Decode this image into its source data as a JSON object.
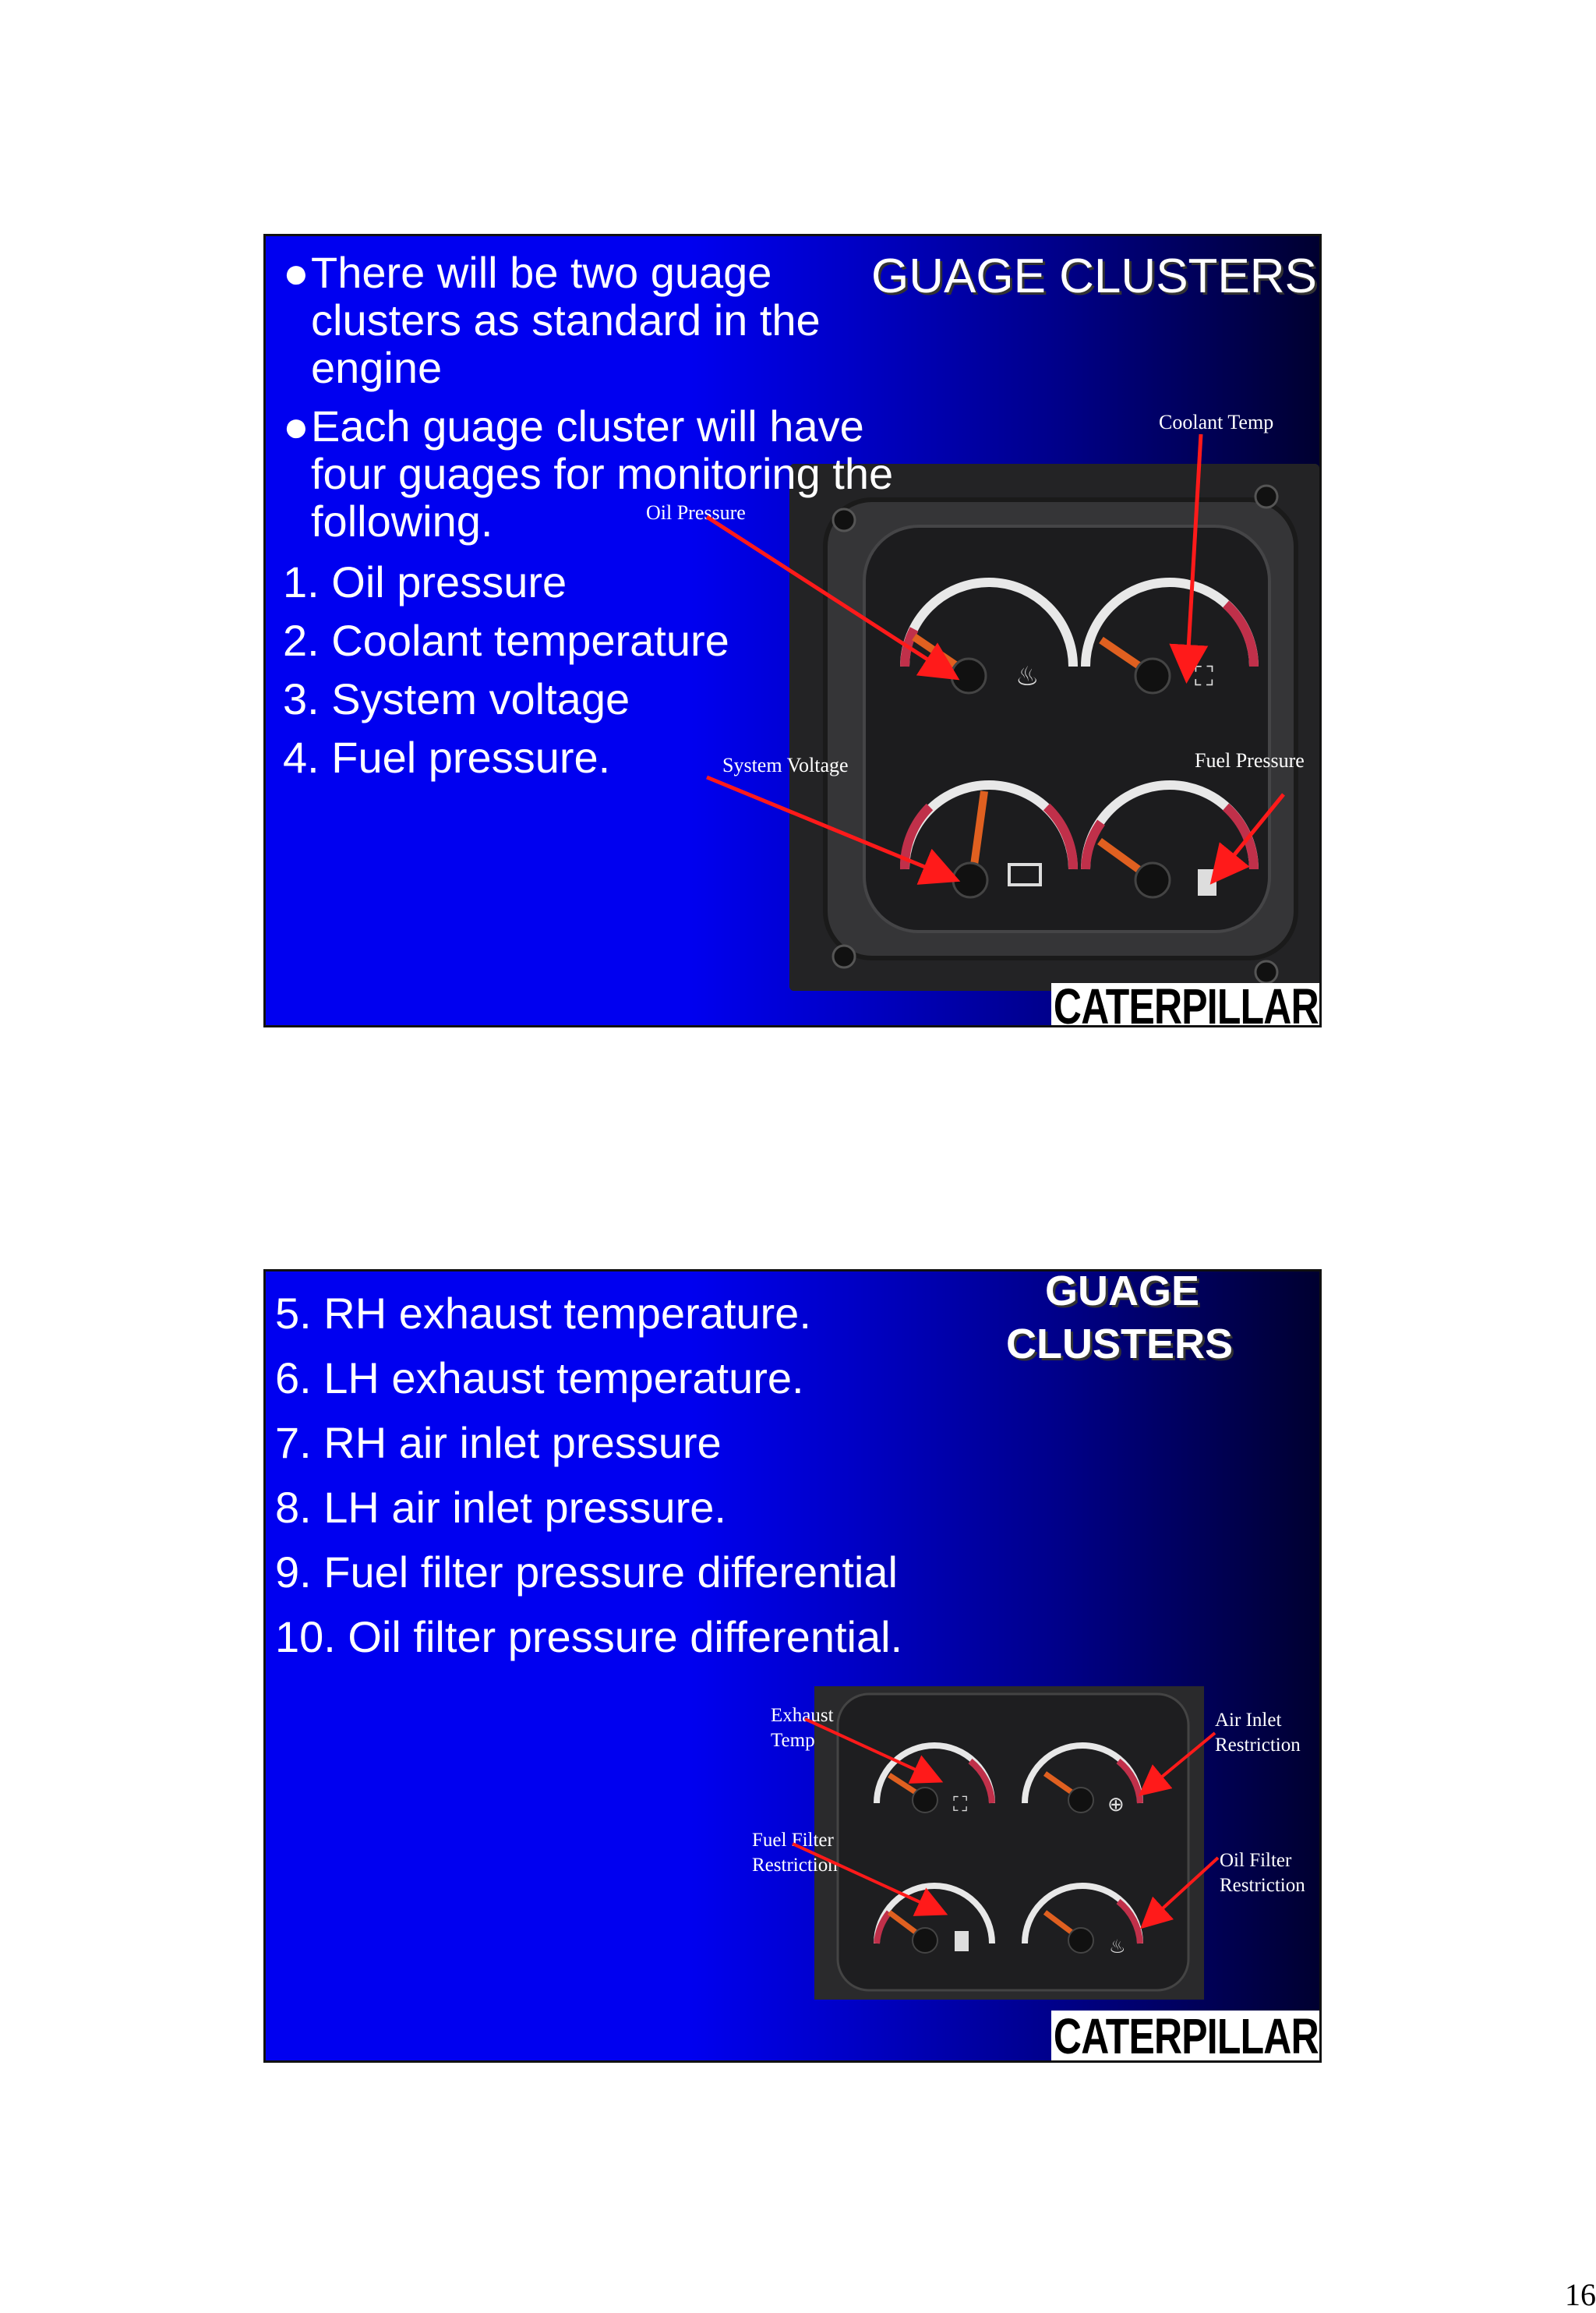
{
  "slide1": {
    "title": "GUAGE CLUSTERS",
    "bullets": [
      "There will be two guage clusters as standard in the engine",
      "Each guage cluster will have four guages for monitoring the following."
    ],
    "items": [
      "1. Oil pressure",
      "2. Coolant temperature",
      "3. System voltage",
      "4. Fuel pressure."
    ],
    "callouts": {
      "coolant_temp": "Coolant Temp",
      "oil_pressure": "Oil Pressure",
      "system_voltage": "System Voltage",
      "fuel_pressure": "Fuel Pressure"
    },
    "logo": "CATERPILLAR"
  },
  "slide2": {
    "title_line1": "GUAGE",
    "title_line2": "CLUSTERS",
    "items": [
      "5. RH exhaust temperature.",
      "6. LH exhaust temperature.",
      "7. RH air inlet pressure",
      "8. LH air inlet pressure.",
      "9. Fuel filter pressure differential",
      "10. Oil filter pressure differential."
    ],
    "callouts": {
      "exhaust_temp_1": "Exhaust",
      "exhaust_temp_2": "Temp",
      "air_inlet_1": "Air Inlet",
      "air_inlet_2": "Restriction",
      "fuel_filter_1": "Fuel Filter",
      "fuel_filter_2": "Restriction",
      "oil_filter_1": "Oil Filter",
      "oil_filter_2": "Restriction"
    },
    "logo": "CATERPILLAR"
  },
  "page_number": "16",
  "colors": {
    "slide_blue": "#0000f0",
    "needle": "#e06020",
    "callout_arrow": "#ff1a1a"
  }
}
